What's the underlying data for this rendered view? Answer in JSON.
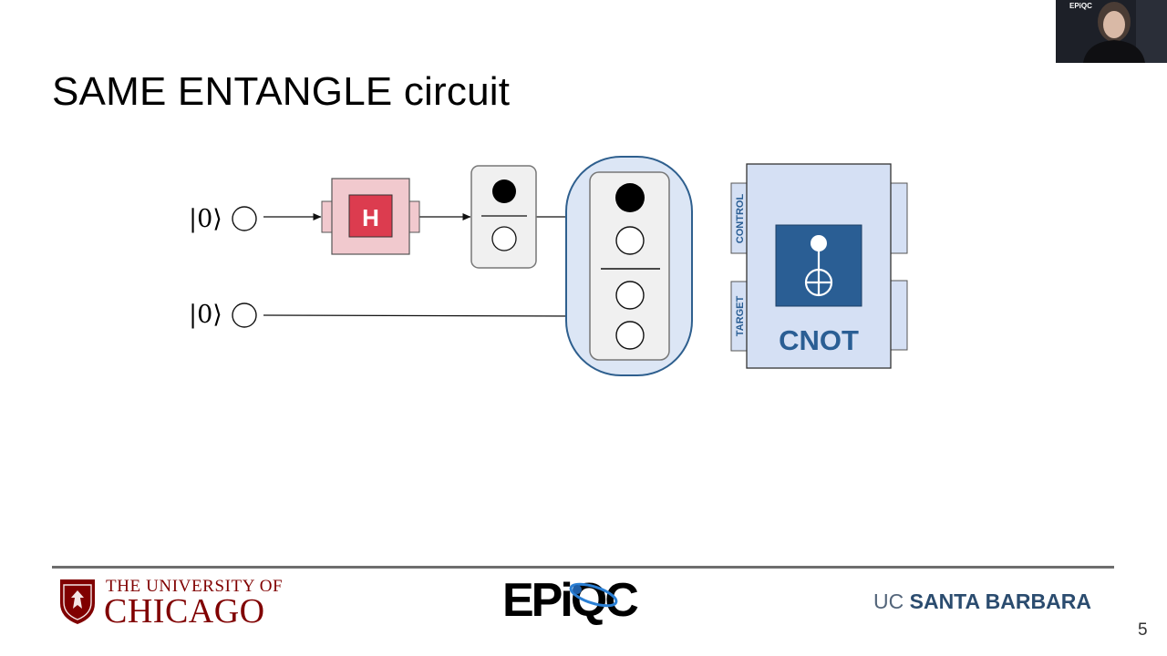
{
  "slide": {
    "title": "SAME ENTANGLE circuit",
    "page_number": "5"
  },
  "circuit": {
    "qubit_top_label": "|0⟩",
    "qubit_bottom_label": "|0⟩",
    "hadamard_label": "H",
    "cnot_label": "CNOT",
    "cnot_control_label": "CONTROL",
    "cnot_target_label": "TARGET"
  },
  "footer": {
    "uchicago_line1": "THE UNIVERSITY OF",
    "uchicago_line2": "CHICAGO",
    "epiqc": "EPiQC",
    "ucsb_uc": "UC",
    "ucsb_name": "SANTA BARBARA"
  },
  "webcam": {
    "overlay_logo": "EPiQC"
  },
  "colors": {
    "hadamard_box": "#f1c9ce",
    "hadamard_gate": "#dc3c4f",
    "state_box": "#f0f0f0",
    "entangled_highlight": "#dce6f5",
    "entangled_outline": "#2e5f8e",
    "cnot_body": "#d5e0f4",
    "cnot_gate": "#2a5e94",
    "uchicago_maroon": "#800000",
    "ucsb_blue": "#2b4c6f"
  }
}
